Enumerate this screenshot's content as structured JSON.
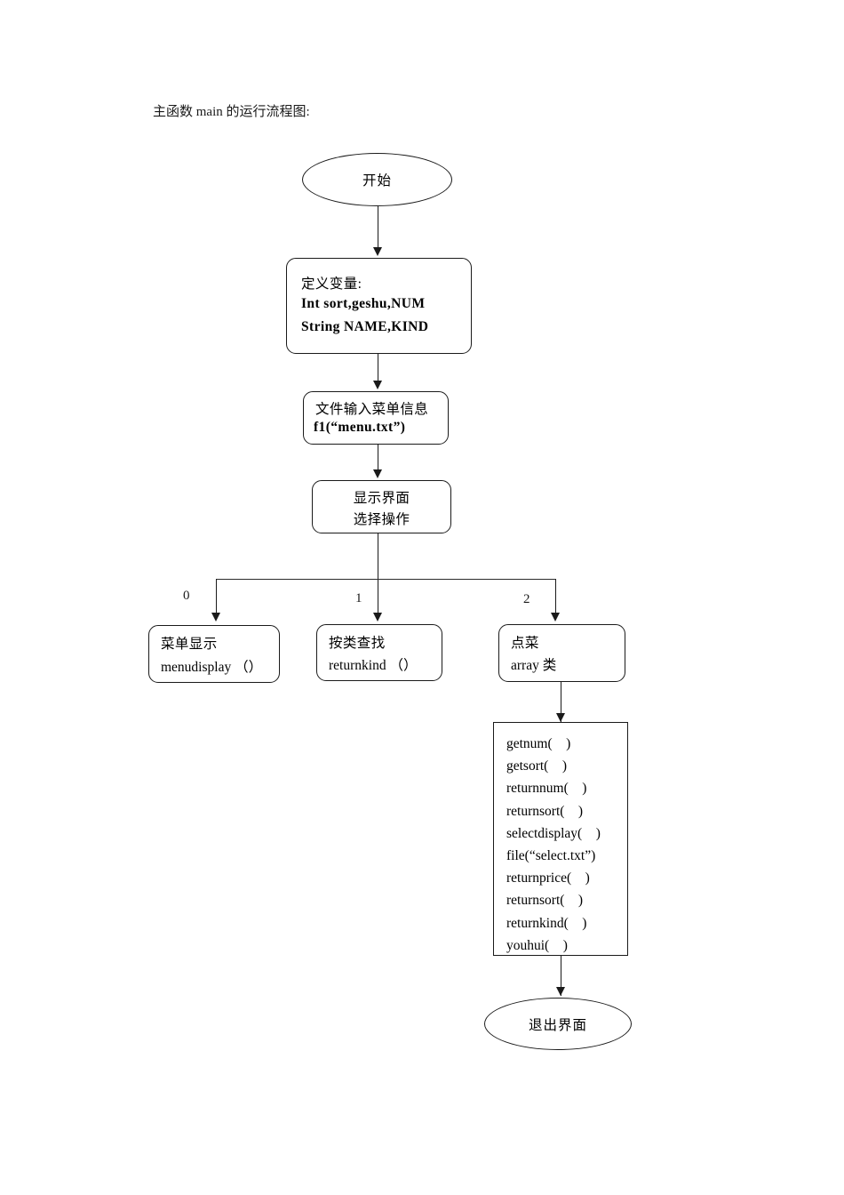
{
  "document": {
    "title": "主函数 main 的运行流程图:"
  },
  "flowchart": {
    "start_node": {
      "label": "开始"
    },
    "declare_node": {
      "line1": "定义变量:",
      "line2": "Int sort,geshu,NUM",
      "line3": "String NAME,KIND"
    },
    "file_input_node": {
      "line1": "文件输入菜单信息",
      "line2": "f1(“menu.txt”)"
    },
    "display_node": {
      "line1": "显示界面",
      "line2": "选择操作"
    },
    "branch_labels": {
      "zero": "0",
      "one": "1",
      "two": "2"
    },
    "branch_nodes": [
      {
        "line1": "菜单显示",
        "line2": "menudisplay （）"
      },
      {
        "line1": "按类查找",
        "line2": "returnkind （）"
      },
      {
        "line1": "点菜",
        "line2": "array 类"
      }
    ],
    "method_list": {
      "items": [
        "getnum(    )",
        "getsort(    )",
        "returnnum(    )",
        "returnsort(    )",
        "selectdisplay(    )",
        "file(“select.txt”)",
        "returnprice(    )",
        "returnsort(    )",
        "returnkind(    )",
        "youhui(    )"
      ]
    },
    "end_node": {
      "label": "退出界面"
    }
  },
  "colors": {
    "stroke": "#1a1a1a",
    "background": "#ffffff",
    "text": "#1a1a1a"
  }
}
